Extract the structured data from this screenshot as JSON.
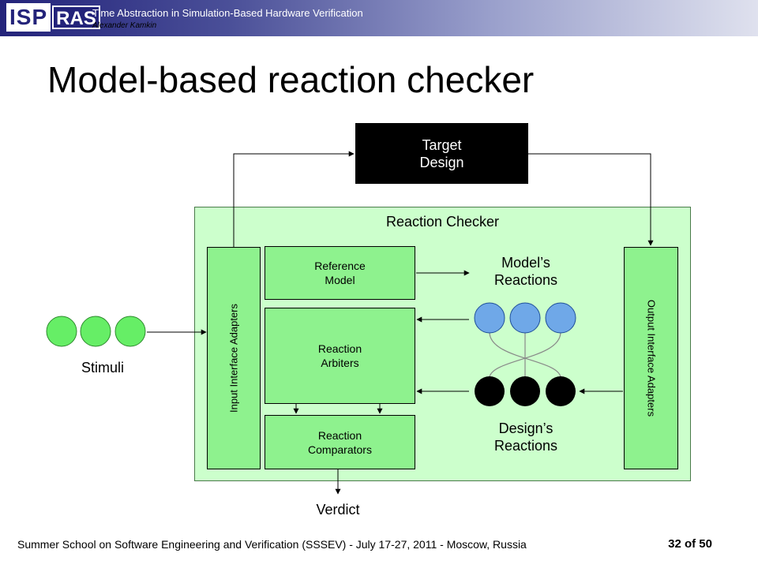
{
  "header": {
    "logo_left": "ISP",
    "logo_right": "RAS",
    "title": "Time Abstraction in Simulation-Based Hardware Verification",
    "author": "Alexander Kamkin",
    "colors": {
      "band_dark": "#23237a",
      "band_light": "#dfe1ee"
    }
  },
  "slide": {
    "title": "Model-based reaction checker"
  },
  "diagram": {
    "target_design": "Target\nDesign",
    "reaction_checker": "Reaction Checker",
    "input_adapters": "Input Interface Adapters",
    "output_adapters": "Output Interface Adapters",
    "reference_model": "Reference\nModel",
    "reaction_arbiters": "Reaction\nArbiters",
    "reaction_comparators": "Reaction\nComparators",
    "models_reactions": "Model’s\nReactions",
    "designs_reactions": "Design’s\nReactions",
    "stimuli": "Stimuli",
    "verdict": "Verdict",
    "colors": {
      "checker_fill": "#ccffcc",
      "block_fill": "#8ef28e",
      "stimuli_circle": "#66ee66",
      "model_circle": "#6fa8e8",
      "design_circle": "#000000"
    }
  },
  "footer": {
    "text": "Summer School on Software Engineering and Verification (SSSEV) - July 17-27, 2011 - Moscow, Russia",
    "page": "32 of 50"
  }
}
